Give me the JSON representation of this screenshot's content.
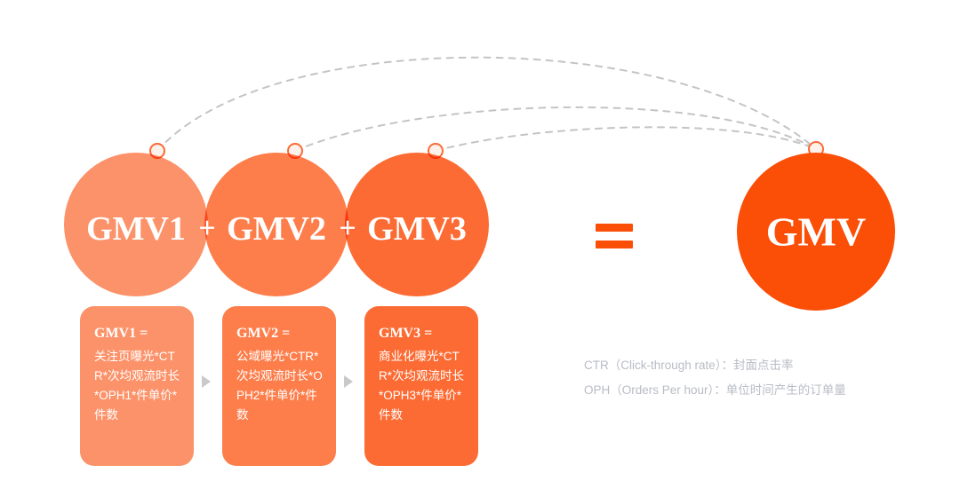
{
  "diagram": {
    "title": "GMV decomposition formula diagram",
    "equation": {
      "terms": [
        {
          "id": "gmv1",
          "label": "GMV1",
          "color": "#fc9269"
        },
        {
          "id": "gmv2",
          "label": "GMV2",
          "color": "#fd7e4b"
        },
        {
          "id": "gmv3",
          "label": "GMV3",
          "color": "#fc6b33"
        }
      ],
      "operators": {
        "plus": "+",
        "equals": "="
      },
      "result": {
        "id": "gmv",
        "label": "GMV",
        "color": "#fb4e06"
      }
    },
    "formula_boxes": [
      {
        "title": "GMV1 =",
        "body": "关注页曝光*CTR*次均观流时长*OPH1*件单价*件数",
        "color": "#fc9269"
      },
      {
        "title": "GMV2 =",
        "body": "公域曝光*CTR*次均观流时长*OPH2*件单价*件数",
        "color": "#fd7e4b"
      },
      {
        "title": "GMV3 =",
        "body": "商业化曝光*CTR*次均观流时长*OPH3*件单价*件数",
        "color": "#fc6b33"
      }
    ],
    "legend": [
      "CTR（Click-through rate）：封面点击率",
      "OPH（Orders Per hour）：单位时间产生的订单量"
    ],
    "connector": {
      "dot_fill": "#fdf1ec",
      "dot_stroke": "#fb6a33",
      "arc_color": "#c4c4c4"
    },
    "arrow_color": "#c9c9c9",
    "legend_color": "#b9bcc4",
    "background": "#ffffff"
  }
}
